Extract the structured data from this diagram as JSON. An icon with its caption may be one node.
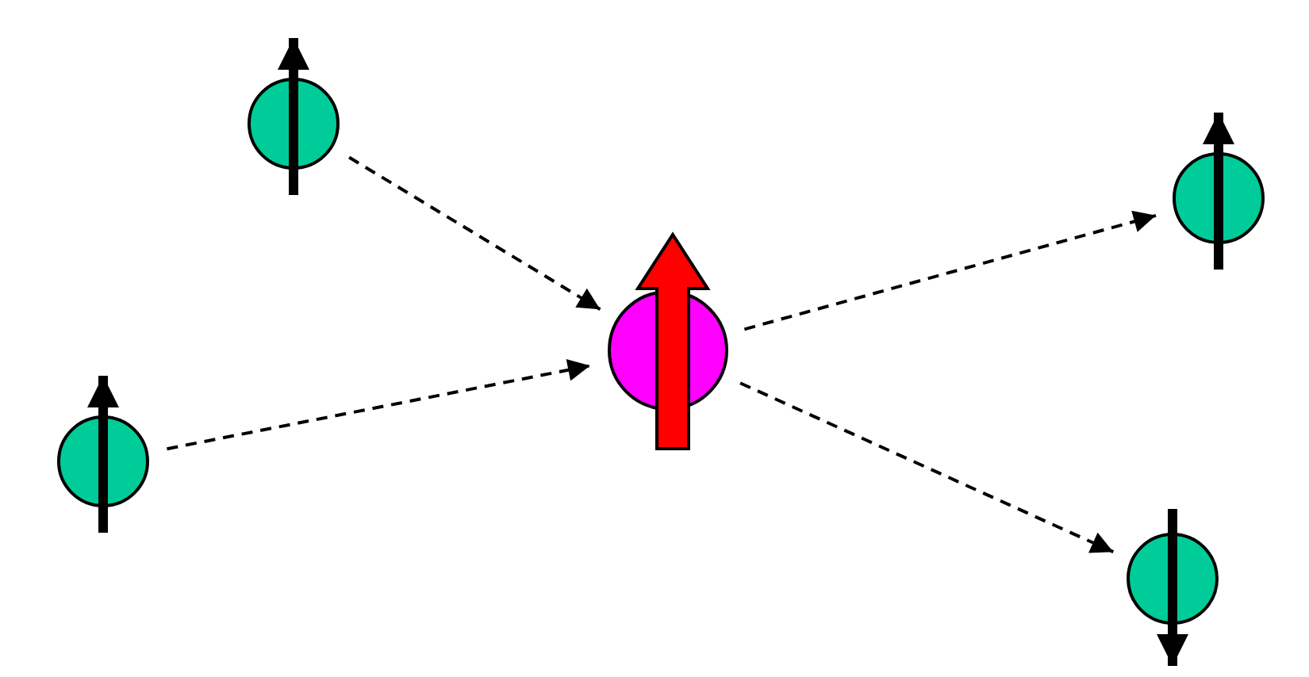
{
  "diagram": {
    "nodes": [
      {
        "text": [],
        "shape": "circle"
      },
      {
        "text": [],
        "shape": "circle"
      },
      {
        "text": [],
        "shape": "circle"
      },
      {
        "text": [],
        "shape": "circle"
      },
      {
        "text": [],
        "shape": "circle"
      }
    ],
    "edges": [
      {
        "from": 0,
        "to": 2,
        "arrow": "to",
        "style": "dashed"
      },
      {
        "from": 3,
        "to": 2,
        "arrow": "to",
        "style": "dashed"
      },
      {
        "from": 2,
        "to": 1,
        "arrow": "to",
        "style": "dashed"
      },
      {
        "from": 2,
        "to": 4,
        "arrow": "to",
        "style": "dashed"
      }
    ]
  }
}
